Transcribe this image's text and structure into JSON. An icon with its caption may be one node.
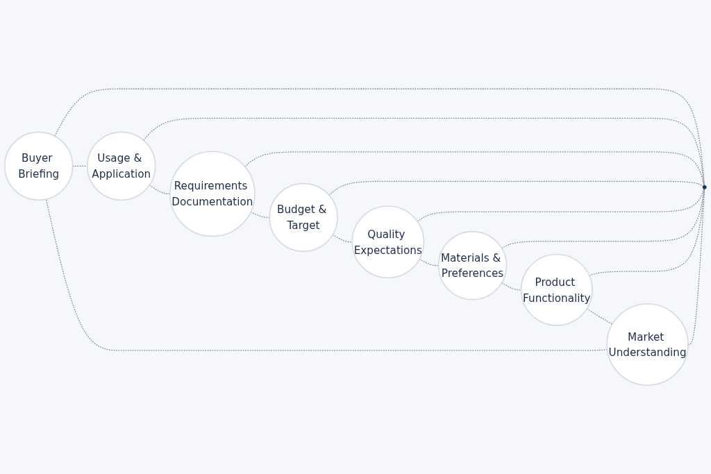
{
  "diagram": {
    "nodes": [
      {
        "text": [],
        "shape": "circle"
      },
      {
        "text": [
          "Buyer Briefing"
        ]
      },
      {
        "text": [
          "Usage & Application"
        ]
      },
      {
        "text": [
          "Requirements Documentation"
        ]
      },
      {
        "text": [
          "Budget & Target"
        ]
      },
      {
        "text": [
          "Quality Expectations"
        ]
      },
      {
        "text": [
          "Materials & Preferences"
        ]
      },
      {
        "text": [
          "Product Functionality"
        ]
      },
      {
        "text": [
          "Market Understanding"
        ]
      }
    ],
    "edges": [
      {
        "from": 1,
        "to": 0,
        "arrow": "none",
        "style": "dashed"
      },
      {
        "from": 2,
        "to": 0,
        "arrow": "none",
        "style": "dashed"
      },
      {
        "from": 3,
        "to": 0,
        "arrow": "none",
        "style": "dashed"
      },
      {
        "from": 4,
        "to": 0,
        "arrow": "none",
        "style": "dashed"
      },
      {
        "from": 5,
        "to": 0,
        "arrow": "none",
        "style": "dashed"
      },
      {
        "from": 6,
        "to": 0,
        "arrow": "none",
        "style": "dashed"
      },
      {
        "from": 7,
        "to": 0,
        "arrow": "none",
        "style": "dashed"
      },
      {
        "from": 8,
        "to": 0,
        "arrow": "none",
        "style": "dashed"
      },
      {
        "from": 1,
        "to": 2,
        "arrow": "none",
        "style": "dashed"
      },
      {
        "from": 2,
        "to": 3,
        "arrow": "none",
        "style": "dashed"
      },
      {
        "from": 3,
        "to": 4,
        "arrow": "none",
        "style": "dashed"
      },
      {
        "from": 4,
        "to": 5,
        "arrow": "none",
        "style": "dashed"
      },
      {
        "from": 5,
        "to": 6,
        "arrow": "none",
        "style": "dashed"
      },
      {
        "from": 6,
        "to": 7,
        "arrow": "none",
        "style": "dashed"
      },
      {
        "from": 7,
        "to": 8,
        "arrow": "none",
        "style": "dashed"
      },
      {
        "from": 8,
        "to": 1,
        "arrow": "none",
        "style": "dashed"
      }
    ]
  }
}
